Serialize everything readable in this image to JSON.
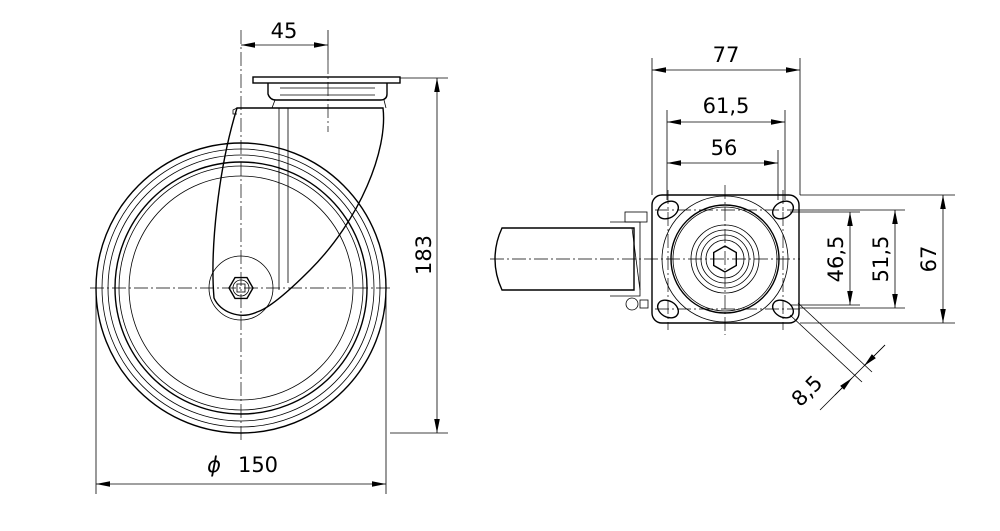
{
  "drawing": {
    "title": "Swivel castor technical drawing",
    "side_view": {
      "dim_top_plate_offset": "45",
      "dim_height": "183",
      "dim_wheel_diameter_symbol": "ϕ",
      "dim_wheel_diameter": "150"
    },
    "top_view": {
      "dim_plate_width": "77",
      "dim_hole_spacing_outer": "61,5",
      "dim_hole_spacing_inner": "56",
      "dim_hole_spacing_vertical_inner": "46,5",
      "dim_hole_spacing_vertical_outer": "51,5",
      "dim_plate_height": "67",
      "dim_hole_diameter": "8,5"
    },
    "colors": {
      "line": "#000000",
      "background": "#ffffff"
    }
  }
}
